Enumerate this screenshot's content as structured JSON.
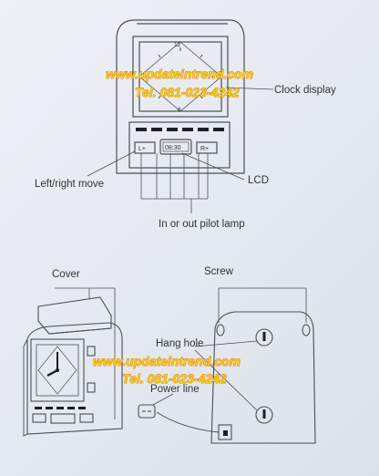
{
  "watermark": {
    "site": "www.updateintrend.com",
    "phone": "Tel. 081-023-4242",
    "colors": {
      "fill": "#f5d300",
      "outline": "#e2561c"
    }
  },
  "top_diagram": {
    "dial_labels": {
      "twelve": "12",
      "six": "6"
    },
    "lcd_readout": "08:30",
    "left_button": "L+",
    "right_button": "R+",
    "labels": {
      "clock_display": "Clock display",
      "left_right_move": "Left/right move",
      "lcd": "LCD",
      "pilot_lamp": "In or out pilot lamp"
    }
  },
  "bottom_diagram": {
    "labels": {
      "cover": "Cover",
      "screw": "Screw",
      "hang_hole": "Hang hole",
      "power_line": "Power line"
    }
  },
  "colors": {
    "line": "#4a4f58",
    "label": "#333333",
    "background": "#e6eaf0"
  }
}
